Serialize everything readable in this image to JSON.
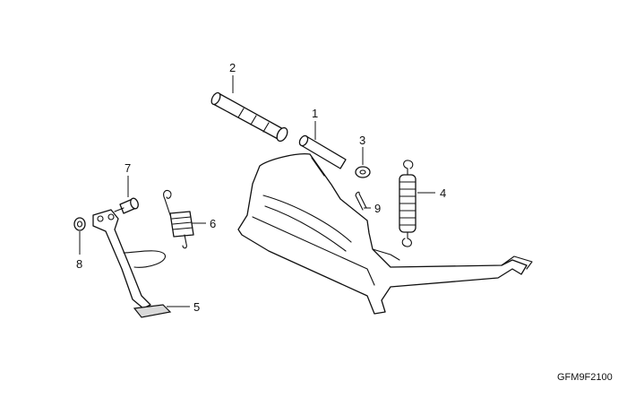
{
  "parts": [
    {
      "callout": "1",
      "icon": "main-stand-icon"
    },
    {
      "callout": "2",
      "icon": "pivot-shaft-icon"
    },
    {
      "callout": "3",
      "icon": "washer-icon"
    },
    {
      "callout": "4",
      "icon": "tension-spring-icon"
    },
    {
      "callout": "5",
      "icon": "side-stand-icon"
    },
    {
      "callout": "6",
      "icon": "side-stand-spring-icon"
    },
    {
      "callout": "7",
      "icon": "bolt-icon"
    },
    {
      "callout": "8",
      "icon": "nut-icon"
    },
    {
      "callout": "9",
      "icon": "cotter-pin-icon"
    }
  ],
  "diagram_code": "GFM9F2100"
}
